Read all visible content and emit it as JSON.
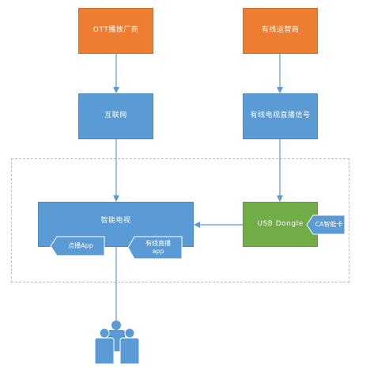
{
  "nodes": {
    "ott_vendor": "OTT播放厂商",
    "cable_operator": "有线运营商",
    "internet": "互联网",
    "cable_signal": "有线电视直播信号",
    "main_unit": "智能电视",
    "usb_dongle": "USB Dongle",
    "ca_card": "CA智能卡",
    "vod_app": "点播App",
    "live_app_line1": "有线直播",
    "live_app_line2": "app"
  },
  "colors": {
    "orange": "#ED7D31",
    "blue": "#5B9BD5",
    "green": "#70AD47",
    "connector": "#5B9BD5"
  },
  "icons": {
    "users": "users-group-icon"
  }
}
